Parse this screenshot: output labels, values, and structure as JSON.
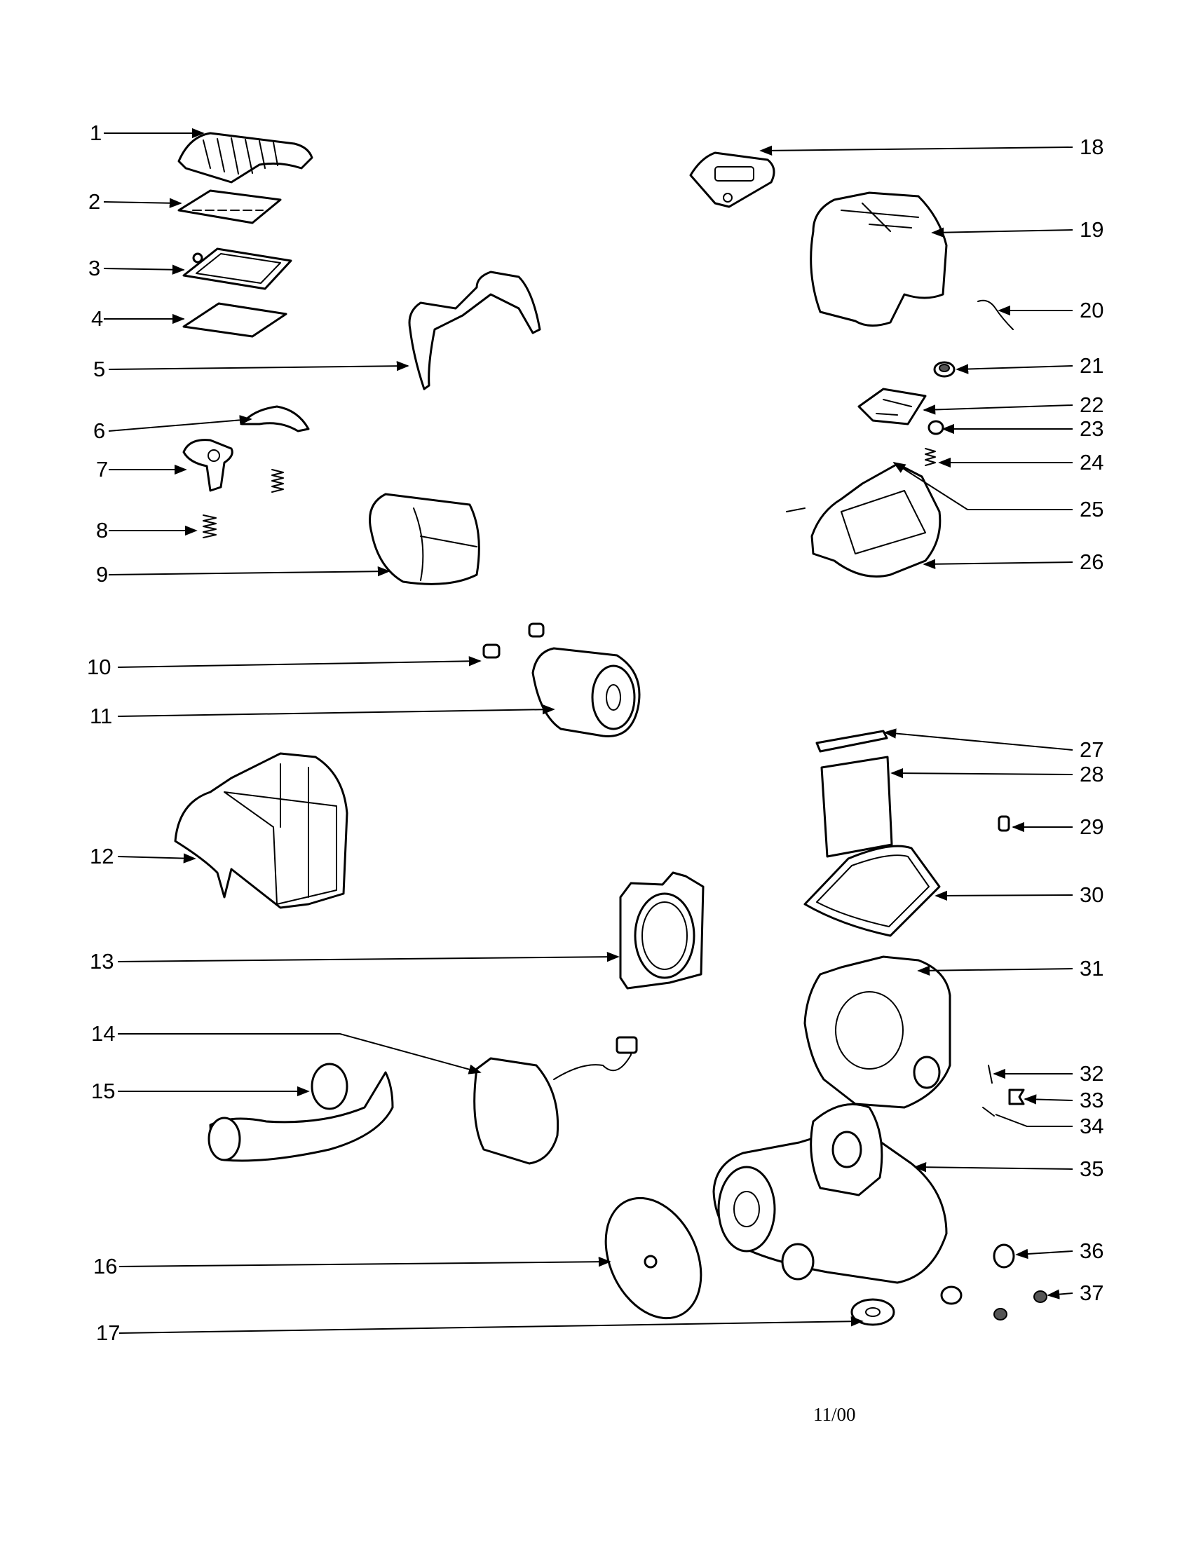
{
  "diagram": {
    "callouts": [
      {
        "id": 1,
        "label": "1"
      },
      {
        "id": 2,
        "label": "2"
      },
      {
        "id": 3,
        "label": "3"
      },
      {
        "id": 4,
        "label": "4"
      },
      {
        "id": 5,
        "label": "5"
      },
      {
        "id": 6,
        "label": "6"
      },
      {
        "id": 7,
        "label": "7"
      },
      {
        "id": 8,
        "label": "8"
      },
      {
        "id": 9,
        "label": "9"
      },
      {
        "id": 10,
        "label": "10"
      },
      {
        "id": 11,
        "label": "11"
      },
      {
        "id": 12,
        "label": "12"
      },
      {
        "id": 13,
        "label": "13"
      },
      {
        "id": 14,
        "label": "14"
      },
      {
        "id": 15,
        "label": "15"
      },
      {
        "id": 16,
        "label": "16"
      },
      {
        "id": 17,
        "label": "17"
      },
      {
        "id": 18,
        "label": "18"
      },
      {
        "id": 19,
        "label": "19"
      },
      {
        "id": 20,
        "label": "20"
      },
      {
        "id": 21,
        "label": "21"
      },
      {
        "id": 22,
        "label": "22"
      },
      {
        "id": 23,
        "label": "23"
      },
      {
        "id": 24,
        "label": "24"
      },
      {
        "id": 25,
        "label": "25"
      },
      {
        "id": 26,
        "label": "26"
      },
      {
        "id": 27,
        "label": "27"
      },
      {
        "id": 28,
        "label": "28"
      },
      {
        "id": 29,
        "label": "29"
      },
      {
        "id": 30,
        "label": "30"
      },
      {
        "id": 31,
        "label": "31"
      },
      {
        "id": 32,
        "label": "32"
      },
      {
        "id": 33,
        "label": "33"
      },
      {
        "id": 34,
        "label": "34"
      },
      {
        "id": 35,
        "label": "35"
      },
      {
        "id": 36,
        "label": "36"
      },
      {
        "id": 37,
        "label": "37"
      }
    ],
    "date_code": "11/00"
  }
}
